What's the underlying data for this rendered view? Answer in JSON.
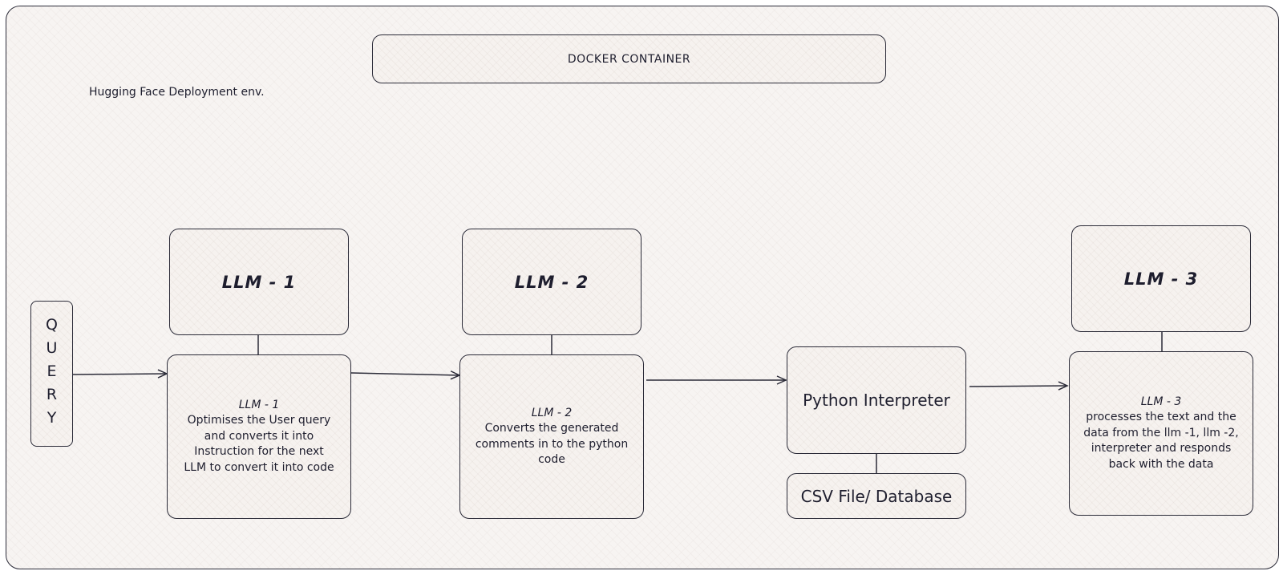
{
  "diagram": {
    "container_title": "DOCKER CONTAINER",
    "environment_label": "Hugging Face Deployment env.",
    "query": "QUERY",
    "llm1": {
      "header": "LLM - 1",
      "desc_title": "LLM - 1",
      "desc_lines": [
        "Optimises the User query",
        "and converts it into",
        "Instruction for the next",
        "LLM to convert it into code"
      ]
    },
    "llm2": {
      "header": "LLM - 2",
      "desc_title": "LLM - 2",
      "desc_lines": [
        "Converts the generated",
        "comments in to the python",
        "code"
      ]
    },
    "interpreter": "Python Interpreter",
    "database": "CSV File/ Database",
    "llm3": {
      "header": "LLM - 3",
      "desc_title": "LLM - 3",
      "desc_lines": [
        "processes the text and the",
        "data from the llm -1, llm -2,",
        "interpreter and responds",
        "back with the data"
      ]
    }
  },
  "colors": {
    "stroke": "#2b2b38",
    "fill": "#f6f2ef",
    "text": "#1e1e2e"
  }
}
